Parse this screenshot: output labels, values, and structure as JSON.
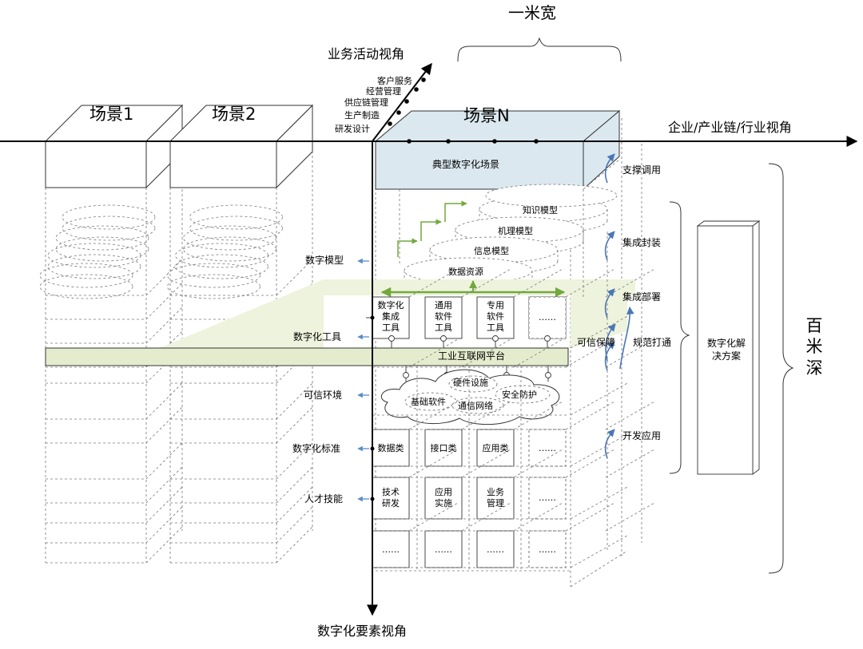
{
  "title": "一米宽",
  "depth_label": "百\n米\n深",
  "axes": {
    "business": "业务活动视角",
    "enterprise": "企业/产业链/行业视角",
    "elements": "数字化要素视角"
  },
  "business_activities": [
    "客户服务",
    "经营管理",
    "供应链管理",
    "生产制造",
    "研发设计"
  ],
  "scenes": [
    "场景1",
    "场景2",
    "场景N"
  ],
  "typical_scene": "典型数字化场景",
  "models": [
    "知识模型",
    "机理模型",
    "信息模型",
    "数据资源"
  ],
  "tools": [
    "数字化\n集成\n工具",
    "通用\n软件\n工具",
    "专用\n软件\n工具",
    "……"
  ],
  "platform": "工业互联网平台",
  "cloud": [
    "硬件设施",
    "安全防护",
    "基础软件",
    "通信网络"
  ],
  "standards": [
    "数据类",
    "接口类",
    "应用类",
    "……"
  ],
  "talents": [
    "技术\n研发",
    "应用\n实施",
    "业务\n管理",
    "……"
  ],
  "bottom_row": [
    "……",
    "……",
    "……",
    "……"
  ],
  "left_labels": [
    "数字模型",
    "数字化工具",
    "可信环境",
    "数字化标准",
    "人才技能"
  ],
  "right_labels": [
    "支撑调用",
    "集成封装",
    "集成部署",
    "可信保障",
    "规范打通",
    "开发应用"
  ],
  "solution": "数字化解\n决方案",
  "colors": {
    "scene_fill": "#dbe8ef",
    "platform_fill": "#e5ecce",
    "band_fill": "#eef3dd",
    "green_arrow": "#72a83c",
    "blue_arrow": "#4a77b5",
    "small_arrow": "#5b8cc9"
  }
}
